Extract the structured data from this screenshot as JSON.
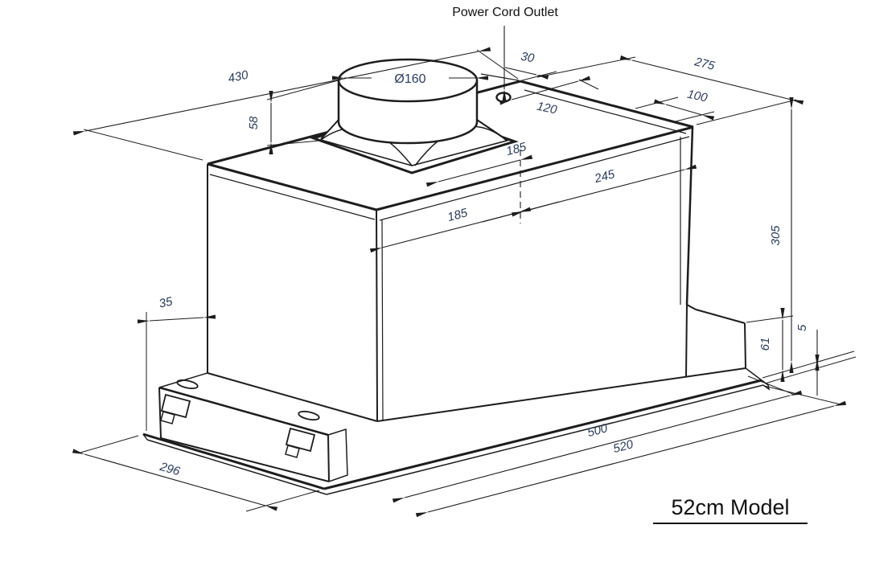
{
  "labels": {
    "power_cord_outlet": "Power Cord Outlet",
    "model": "52cm Model"
  },
  "dimensions": {
    "top_width": "430",
    "collar_height": "58",
    "duct_diameter": "Ø160",
    "outlet_offset_rear": "30",
    "outlet_offset_side": "120",
    "top_depth": "275",
    "rear_flange_depth": "100",
    "duct_center_from_left_top": "185",
    "duct_center_to_right": "245",
    "duct_center_from_left_front": "185",
    "body_height": "305",
    "bracket_overhang": "35",
    "step_height": "61",
    "flange_thickness": "5",
    "base_depth": "296",
    "cutout_width": "500",
    "overall_width": "520"
  },
  "colors": {
    "line": "#1d1d1d",
    "dimension_text": "#2a3c5e",
    "label_text": "#111111",
    "background": "#ffffff"
  }
}
